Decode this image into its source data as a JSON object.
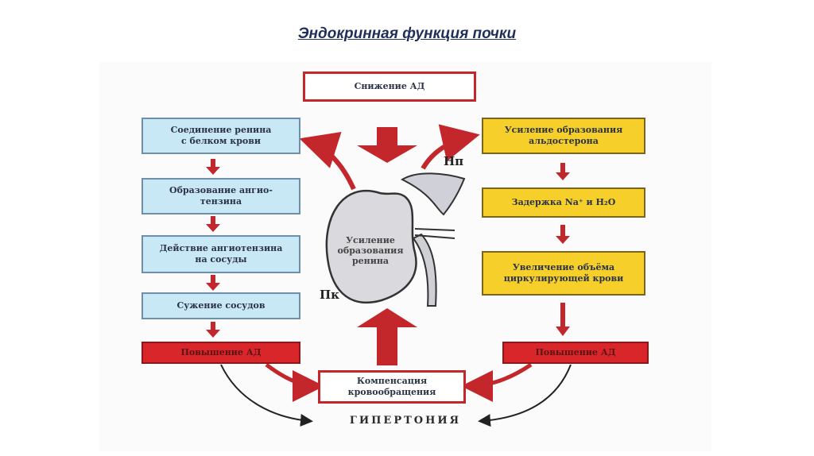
{
  "title": "Эндокринная функция почки",
  "top_box": "Снижение АД",
  "left_chain": [
    "Соединение ренина\nс белком крови",
    "Образование ангио-\nтензина",
    "Действие ангиотензина\nна сосуды",
    "Сужение сосудов",
    "Повышение АД"
  ],
  "right_chain": [
    "Усиление образования\nальдостерона",
    "Задержка Na⁺ и H₂O",
    "Увеличение объёма\nциркулирующей крови",
    "Повышение АД"
  ],
  "kidney_label": "Усиление\nобразования\nренина",
  "adrenal_label": "Нп",
  "kidney_abbr": "Пк",
  "bottom_box": "Компенсация\nкровообращения",
  "outcome": "ГИПЕРТОНИЯ",
  "colors": {
    "blue_box": "#c9e8f6",
    "yellow_box": "#f6cf2a",
    "red_box": "#d9262b",
    "arrow_red": "#c3272b"
  }
}
